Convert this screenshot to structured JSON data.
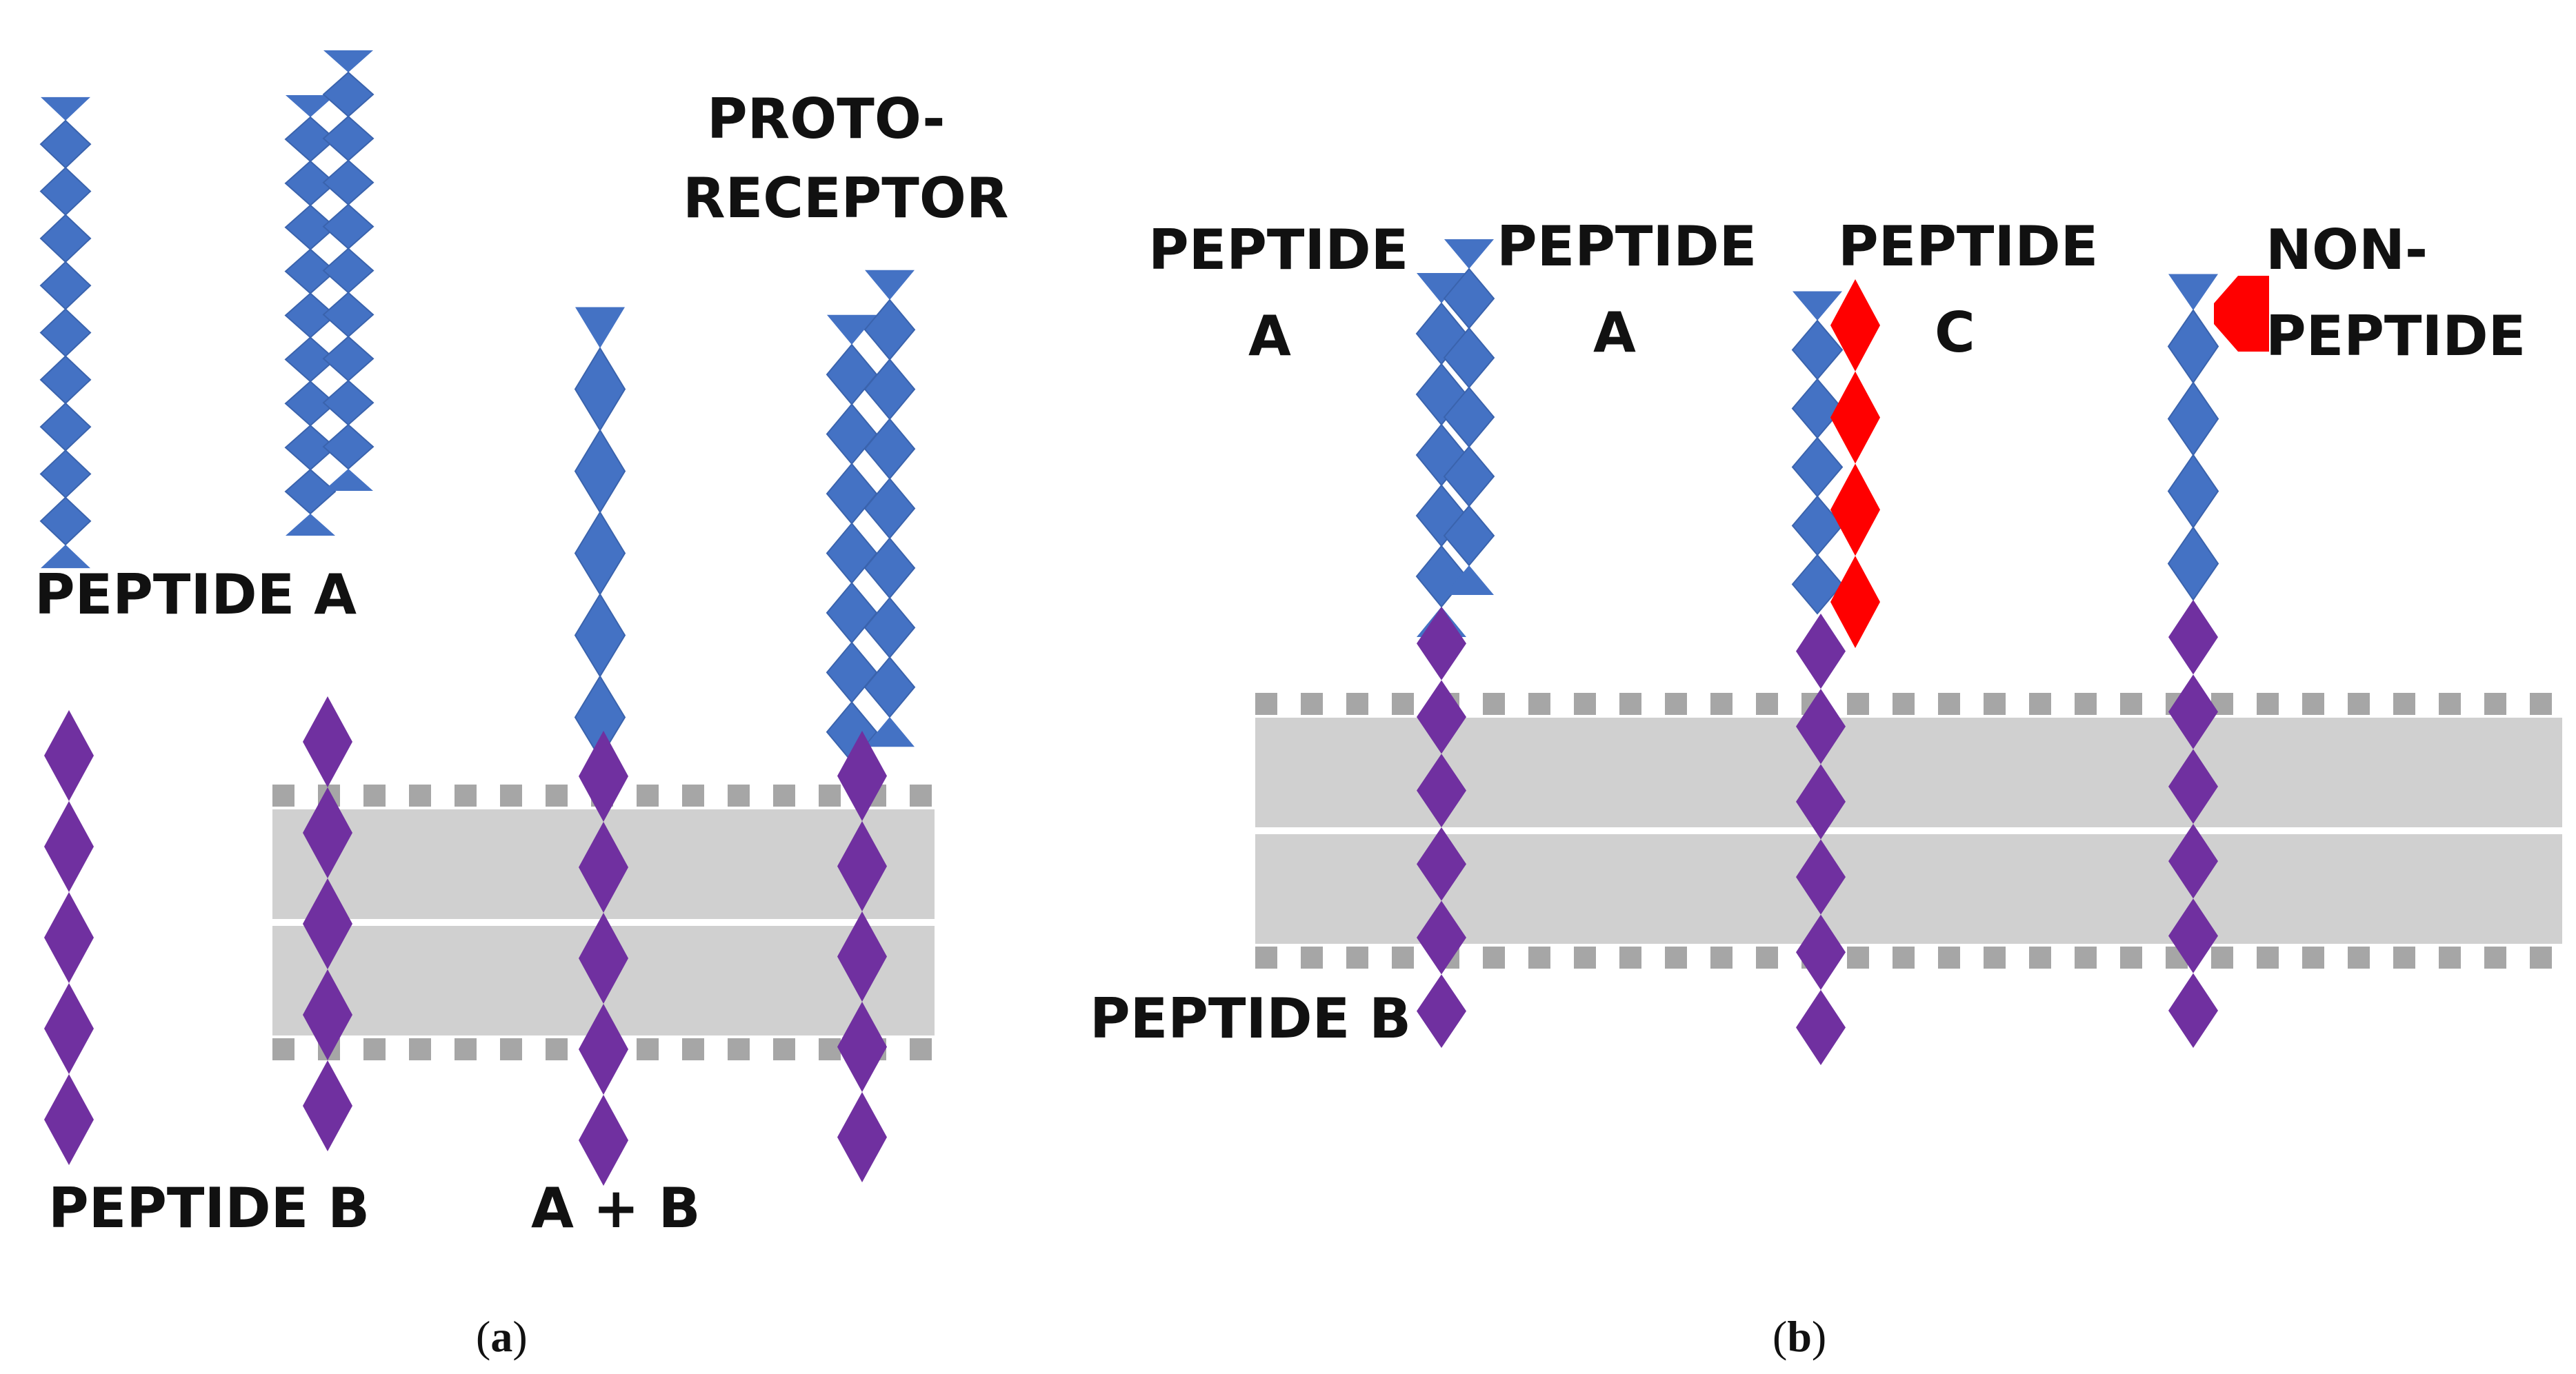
{
  "panels": {
    "a": {
      "caption_open": "(",
      "caption_letter": "a",
      "caption_close": ")",
      "labels": {
        "peptide_a": "PEPTIDE A",
        "peptide_b": "PEPTIDE B",
        "a_plus_b": "A + B",
        "proto_line1": "PROTO-",
        "proto_line2": "RECEPTOR"
      }
    },
    "b": {
      "caption_open": "(",
      "caption_letter": "b",
      "caption_close": ")",
      "labels": {
        "peptide_a_left_line1": "PEPTIDE",
        "peptide_a_left_line2": "A",
        "peptide_a_right_line1": "PEPTIDE",
        "peptide_a_right_line2": "A",
        "peptide_c_line1": "PEPTIDE",
        "peptide_c_line2": "C",
        "non_peptide_line1": "NON-",
        "non_peptide_line2": "PEPTIDE",
        "peptide_b": "PEPTIDE B"
      }
    }
  },
  "colors": {
    "peptide_a": "#4472c4",
    "peptide_b": "#7030a0",
    "peptide_c": "#ff0000",
    "non_peptide": "#ff0000",
    "membrane_head": "#a6a6a6",
    "membrane_tail": "#d0d0d0",
    "text": "#111111"
  }
}
